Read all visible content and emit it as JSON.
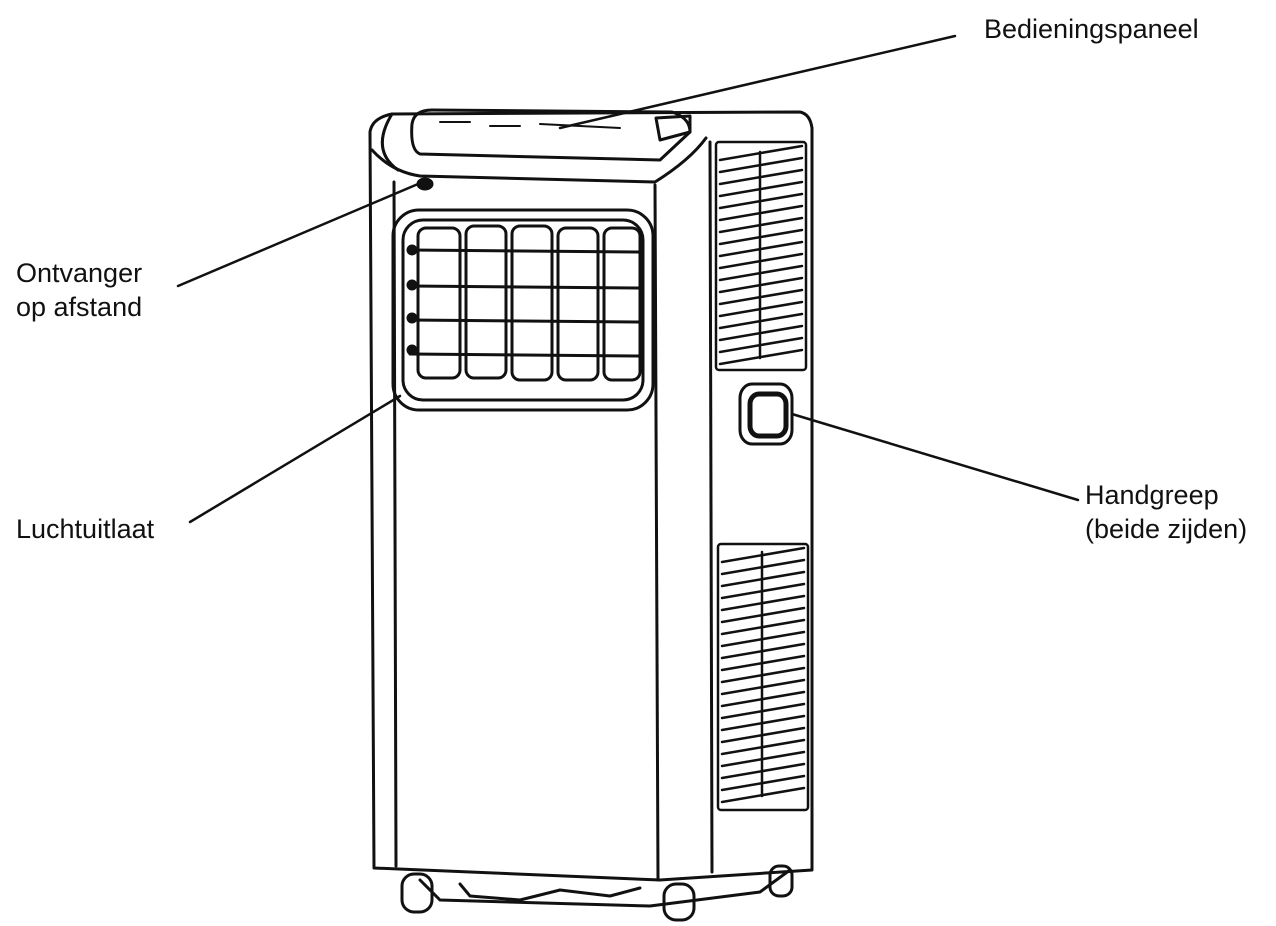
{
  "diagram": {
    "subject": "portable-air-conditioner",
    "line_color": "#111111",
    "background": "#ffffff",
    "labels": {
      "control_panel": "Bedieningspaneel",
      "remote_receiver": [
        "Ontvanger",
        "op afstand"
      ],
      "air_outlet": "Luchtuitlaat",
      "handle": [
        "Handgreep",
        "(beide zijden)"
      ]
    }
  }
}
